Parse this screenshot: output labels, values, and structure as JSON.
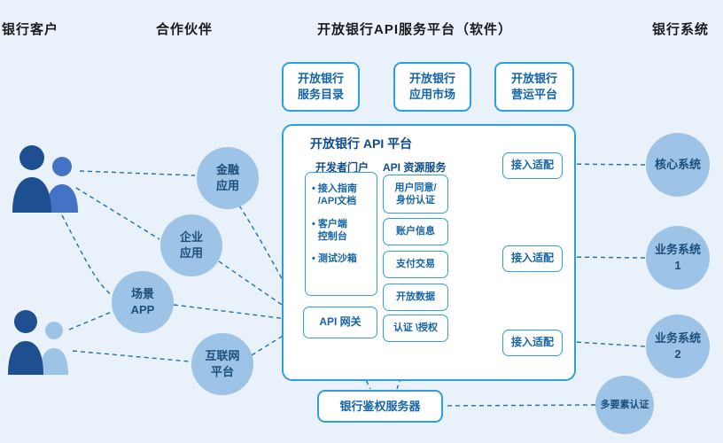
{
  "colors": {
    "background": "#e9f2fb",
    "box_border": "#2da0dc",
    "box_text": "#1565a8",
    "title_text": "#0f4c8c",
    "circle_fill": "#9dc3e6",
    "circle_text": "#1f4e79",
    "connector": "#1f6fb5",
    "header_text": "#1a1a1a",
    "person_dark": "#1d4f91",
    "person_medium": "#4472c4",
    "person_light": "#9dc3e6"
  },
  "headers": {
    "bank_customers": "银行客户",
    "partners": "合作伙伴",
    "platform": "开放银行API服务平台（软件）",
    "bank_systems": "银行系统"
  },
  "top_boxes": [
    {
      "label": "开放银行\n服务目录"
    },
    {
      "label": "开放银行\n应用市场"
    },
    {
      "label": "开放银行\n营运平台"
    }
  ],
  "platform": {
    "title": "开放银行 API 平台",
    "developer_portal": {
      "label": "开发者门户",
      "items": [
        {
          "bullet": "•",
          "text": "接入指南\n/API文档"
        },
        {
          "bullet": "•",
          "text": "客户端\n控制台"
        },
        {
          "bullet": "•",
          "text": "测试沙箱"
        }
      ],
      "gateway": "API 网关"
    },
    "api_resources": {
      "label": "API 资源服务",
      "boxes": [
        {
          "label": "用户同意/\n身份认证"
        },
        {
          "label": "账户信息"
        },
        {
          "label": "支付交易"
        },
        {
          "label": "开放数据"
        },
        {
          "label": "认证 \\授权"
        }
      ]
    },
    "adapters": [
      {
        "label": "接入适配"
      },
      {
        "label": "接入适配"
      },
      {
        "label": "接入适配"
      }
    ]
  },
  "left_circles": [
    {
      "label": "金融\n应用"
    },
    {
      "label": "企业\n应用"
    },
    {
      "label": "场景\nAPP"
    },
    {
      "label": "互联网\n平台"
    }
  ],
  "right_circles": [
    {
      "label": "核心系统"
    },
    {
      "label": "业务系统\n1"
    },
    {
      "label": "业务系统\n2"
    }
  ],
  "mfa_circle": {
    "label": "多要素认证"
  },
  "auth_server": {
    "label": "银行鉴权服务器"
  }
}
